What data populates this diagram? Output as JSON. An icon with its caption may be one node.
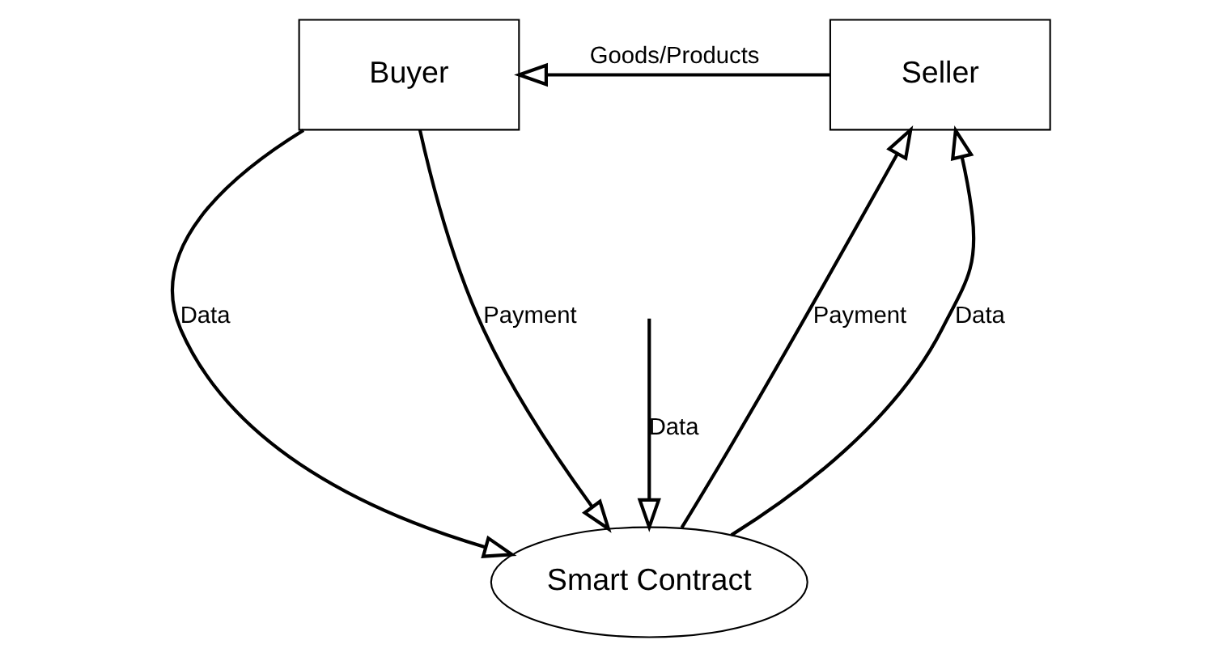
{
  "diagram": {
    "nodes": [
      {
        "text": [
          "Buyer"
        ]
      },
      {
        "text": [
          "Seller"
        ]
      },
      {
        "text": [
          "Smart Contract"
        ]
      }
    ],
    "edges": [
      {
        "from": 1,
        "to": 0,
        "arrow": "to",
        "label": "Goods/Products"
      },
      {
        "from": null,
        "to": 2,
        "arrow": "to",
        "label": "Data"
      },
      {
        "from": 0,
        "to": 2,
        "arrow": "to",
        "label": "Data"
      },
      {
        "from": 0,
        "to": 2,
        "arrow": "to",
        "label": "Payment"
      },
      {
        "from": 2,
        "to": 1,
        "arrow": "to",
        "label": "Payment"
      },
      {
        "from": 2,
        "to": 1,
        "arrow": "to",
        "label": "Data"
      }
    ]
  }
}
